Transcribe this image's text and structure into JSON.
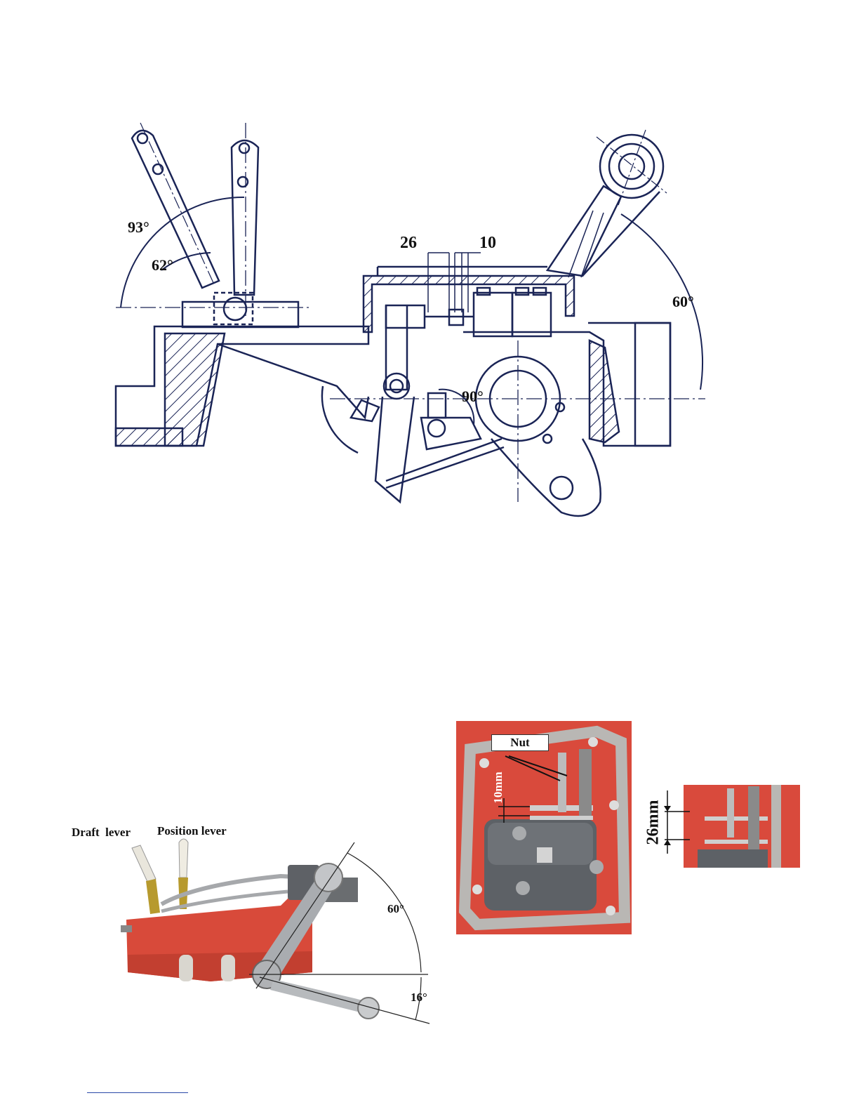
{
  "top_diagram": {
    "angle_93": "93°",
    "angle_62": "62°",
    "angle_60": "60°",
    "angle_90": "90°",
    "dim_26": "26",
    "dim_10": "10"
  },
  "bottom_left_photo": {
    "draft_lever": "Draft  lever",
    "position_lever": "Position lever",
    "angle_60": "60°",
    "angle_16": "16°",
    "colors": {
      "housing": "#d84a3a",
      "arm": "#a9acb0"
    }
  },
  "bottom_right_photo": {
    "nut": "Nut",
    "dim_10mm": "10mm",
    "dim_26mm": "26mm",
    "colors": {
      "background": "#d94a3c",
      "gasket": "#b9b7b4",
      "valve": "#5d6166"
    }
  }
}
